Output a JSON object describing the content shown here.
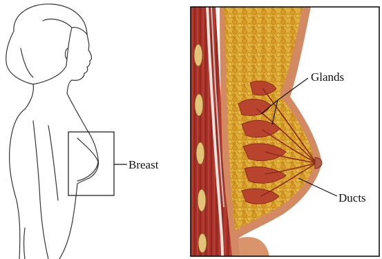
{
  "labels": {
    "breast": "Breast",
    "glands": "Glands",
    "ducts": "Ducts"
  },
  "colors": {
    "outline": "#333333",
    "skin": "#d38a62",
    "fat": "#d9a227",
    "tissue": "#b8442e",
    "muscle": "#9b2a22",
    "panel_border": "#000000"
  }
}
